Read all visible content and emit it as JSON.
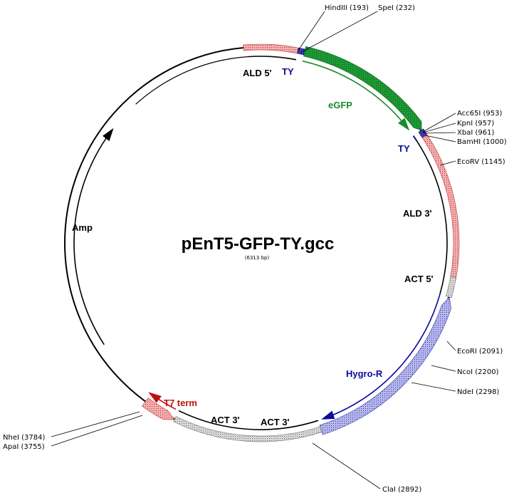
{
  "plasmid": {
    "name": "pEnT5-GFP-TY.gcc",
    "size": "(6313 bp)"
  },
  "features": {
    "ald5": "ALD 5'",
    "ty_top": "TY",
    "egfp": "eGFP",
    "ty_right": "TY",
    "ald3": "ALD 3'",
    "act5": "ACT 5'",
    "hygro": "Hygro-R",
    "act3_a": "ACT 3'",
    "act3_b": "ACT 3'",
    "t7term": "T7 term",
    "amp": "Amp"
  },
  "sites": {
    "hindiii": "HindIII (193)",
    "spei": "SpeI (232)",
    "acc65i": "Acc65I (953)",
    "kpni": "KpnI (957)",
    "xbai": "XbaI (961)",
    "bamhi": "BamHI (1000)",
    "ecorv": "EcoRV (1145)",
    "ecori": "EcoRI (2091)",
    "ncoi": "NcoI (2200)",
    "ndei": "NdeI (2298)",
    "clai": "ClaI (2892)",
    "nhei": "NheI (3784)",
    "apai": "ApaI (3755)"
  },
  "colors": {
    "egfp": "#1a8a2a",
    "ty": "#0a0a9a",
    "hygro": "#0a0aa0",
    "t7": "#c01010",
    "ald_box": "#d98080",
    "hygro_box": "#8a8ad0",
    "act_box": "#b0b0b0"
  }
}
